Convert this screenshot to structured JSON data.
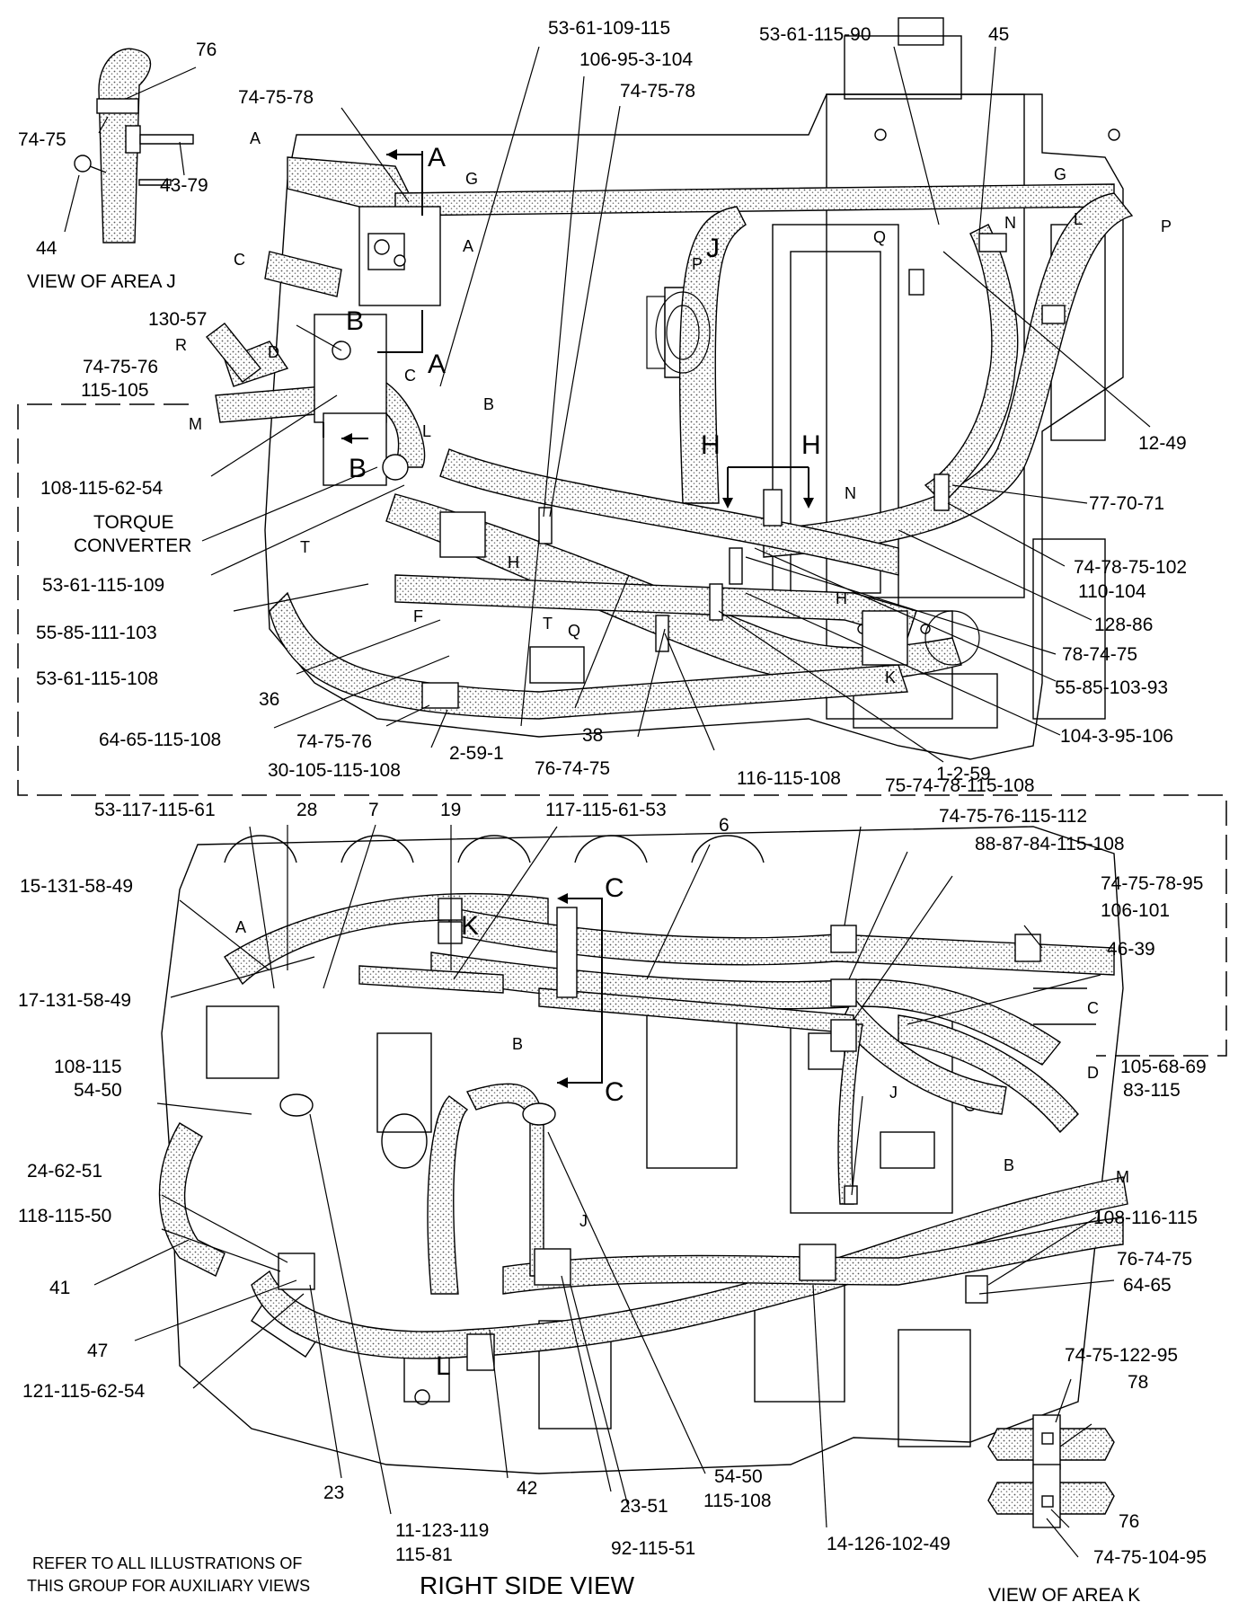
{
  "diagram": {
    "view_area_j": "VIEW OF AREA  J",
    "view_area_k": "VIEW OF AREA  K",
    "right_side_view": "RIGHT SIDE VIEW",
    "refer_line1": "REFER TO ALL ILLUSTRATIONS OF",
    "refer_line2": "THIS GROUP FOR AUXILIARY VIEWS",
    "torque_line1": "TORQUE",
    "torque_line2": "CONVERTER",
    "section_letters": [
      "A",
      "B",
      "A",
      "B",
      "H",
      "H",
      "J",
      "C",
      "C",
      "K",
      "L"
    ],
    "hose_letters": [
      "A",
      "G",
      "A",
      "C",
      "R",
      "D",
      "M",
      "C",
      "B",
      "L",
      "T",
      "H",
      "F",
      "T",
      "Q",
      "K",
      "H",
      "N",
      "P",
      "G",
      "L",
      "P",
      "Q",
      "N",
      "A",
      "B",
      "C",
      "D",
      "B",
      "J",
      "M",
      "J"
    ],
    "callouts": {
      "c1": "53-61-109-115",
      "c2": "106-95-3-104",
      "c3": "74-75-78",
      "c4": "53-61-115-90",
      "c5": "45",
      "c6": "76",
      "c7": "74-75",
      "c8": "43-79",
      "c9": "44",
      "c10": "74-75-78",
      "c11": "130-57",
      "c12": "74-75-76",
      "c13": "115-105",
      "c14": "108-115-62-54",
      "c15": "53-61-115-109",
      "c16": "55-85-111-103",
      "c17": "53-61-115-108",
      "c18": "36",
      "c19": "64-65-115-108",
      "c20": "74-75-76",
      "c21": "30-105-115-108",
      "c22": "2-59-1",
      "c23": "38",
      "c24": "76-74-75",
      "c25": "116-115-108",
      "c26": "1-2-59",
      "c27": "104-3-95-106",
      "c28": "55-85-103-93",
      "c29": "78-74-75",
      "c30": "128-86",
      "c31": "74-78-75-102",
      "c32": "110-104",
      "c33": "77-70-71",
      "c34": "12-49",
      "c35": "53-117-115-61",
      "c36": "28",
      "c37": "7",
      "c38": "19",
      "c39": "117-115-61-53",
      "c40": "6",
      "c41": "75-74-78-115-108",
      "c42": "74-75-76-115-112",
      "c43": "88-87-84-115-108",
      "c44": "74-75-78-95",
      "c45": "106-101",
      "c46": "15-131-58-49",
      "c47": "46-39",
      "c48": "17-131-58-49",
      "c49": "108-115",
      "c50": "54-50",
      "c51": "105-68-69",
      "c52": "83-115",
      "c53": "24-62-51",
      "c54": "118-115-50",
      "c55": "41",
      "c56": "108-116-115",
      "c57": "76-74-75",
      "c58": "64-65",
      "c59": "47",
      "c60": "121-115-62-54",
      "c61": "74-75-122-95",
      "c62": "78",
      "c63": "23",
      "c64": "42",
      "c65": "54-50",
      "c66": "115-108",
      "c67": "23-51",
      "c68": "11-123-119",
      "c69": "115-81",
      "c70": "92-115-51",
      "c71": "14-126-102-49",
      "c72": "76",
      "c73": "74-75-104-95"
    }
  }
}
